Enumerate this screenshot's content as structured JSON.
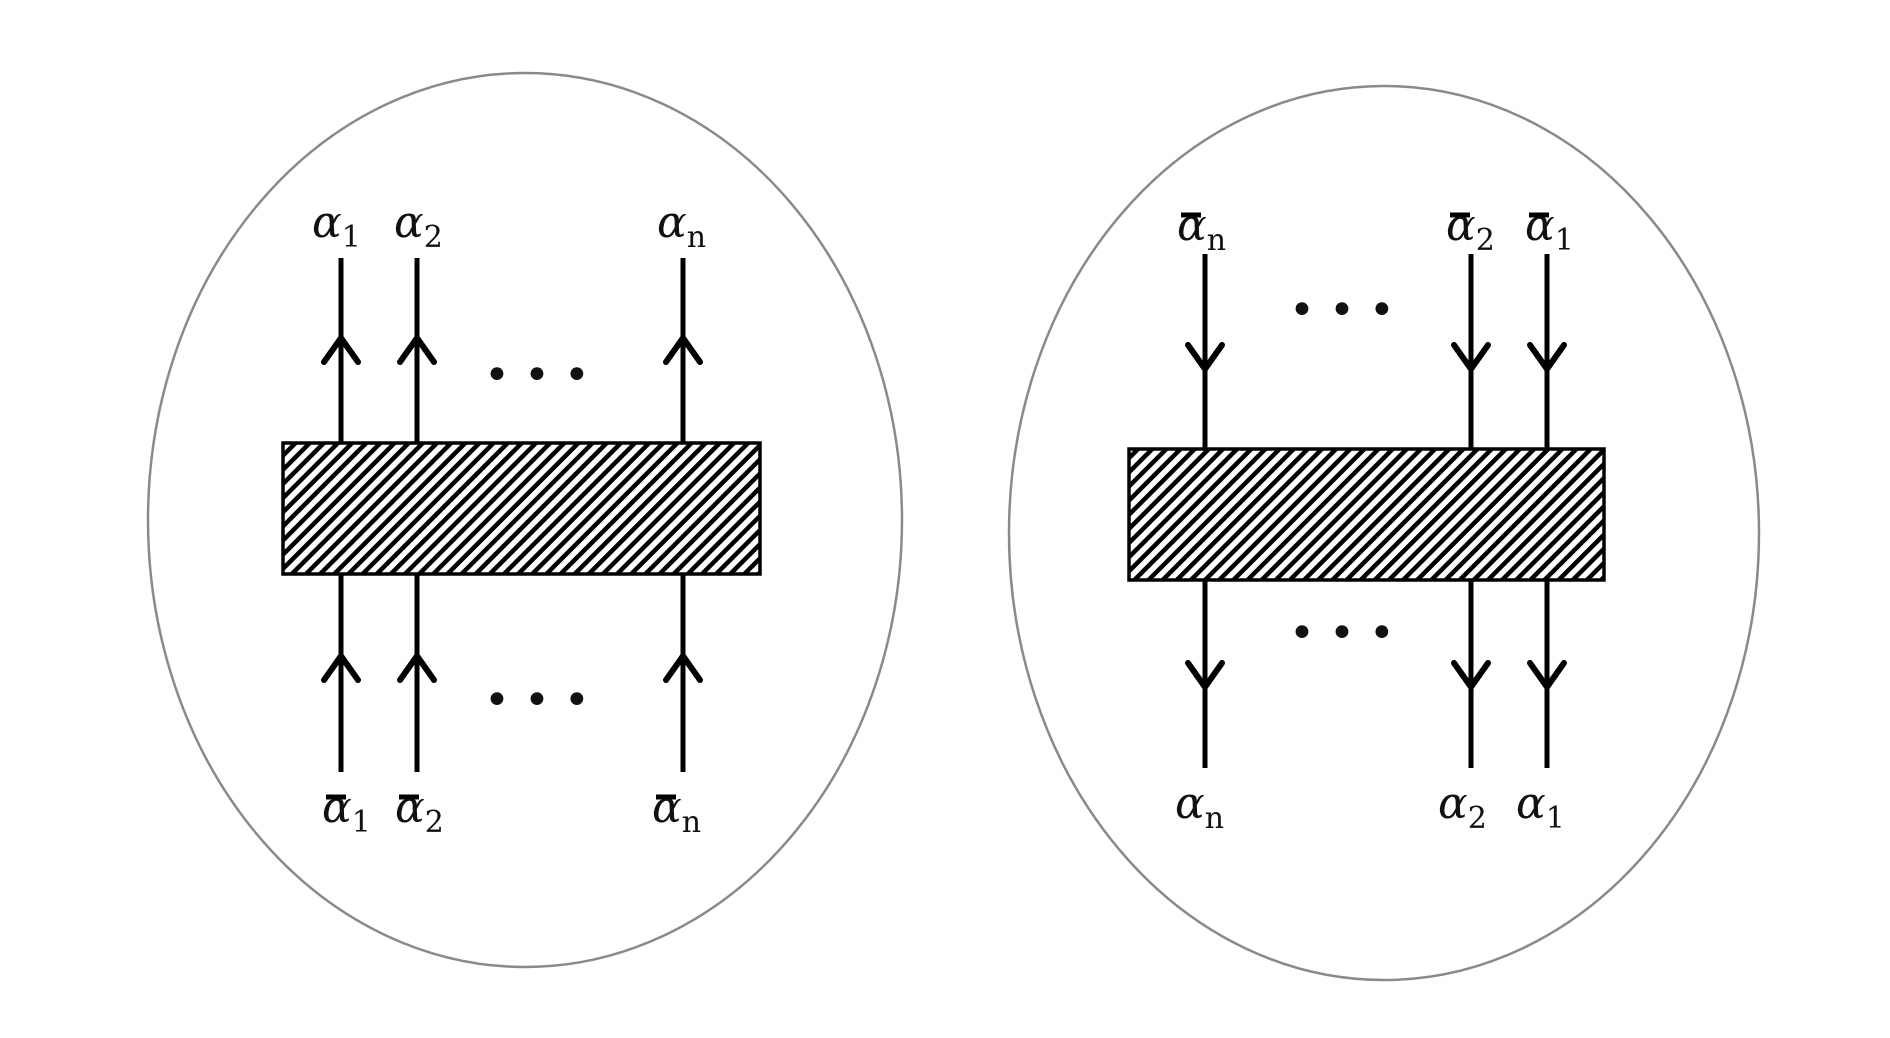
{
  "panels": [
    {
      "id": "left",
      "top_labels": [
        {
          "base": "α",
          "bar": false,
          "sub": "1"
        },
        {
          "base": "α",
          "bar": false,
          "sub": "2"
        },
        {
          "base": "α",
          "bar": false,
          "sub": "n"
        }
      ],
      "bottom_labels": [
        {
          "base": "α",
          "bar": true,
          "sub": "1"
        },
        {
          "base": "α",
          "bar": true,
          "sub": "2"
        },
        {
          "base": "α",
          "bar": true,
          "sub": "n"
        }
      ],
      "arrow_direction": "up"
    },
    {
      "id": "right",
      "top_labels": [
        {
          "base": "α",
          "bar": true,
          "sub": "n"
        },
        {
          "base": "α",
          "bar": true,
          "sub": "2"
        },
        {
          "base": "α",
          "bar": true,
          "sub": "1"
        }
      ],
      "bottom_labels": [
        {
          "base": "α",
          "bar": false,
          "sub": "n"
        },
        {
          "base": "α",
          "bar": false,
          "sub": "2"
        },
        {
          "base": "α",
          "bar": false,
          "sub": "1"
        }
      ],
      "arrow_direction": "down"
    }
  ],
  "ellipsis": "• • •"
}
